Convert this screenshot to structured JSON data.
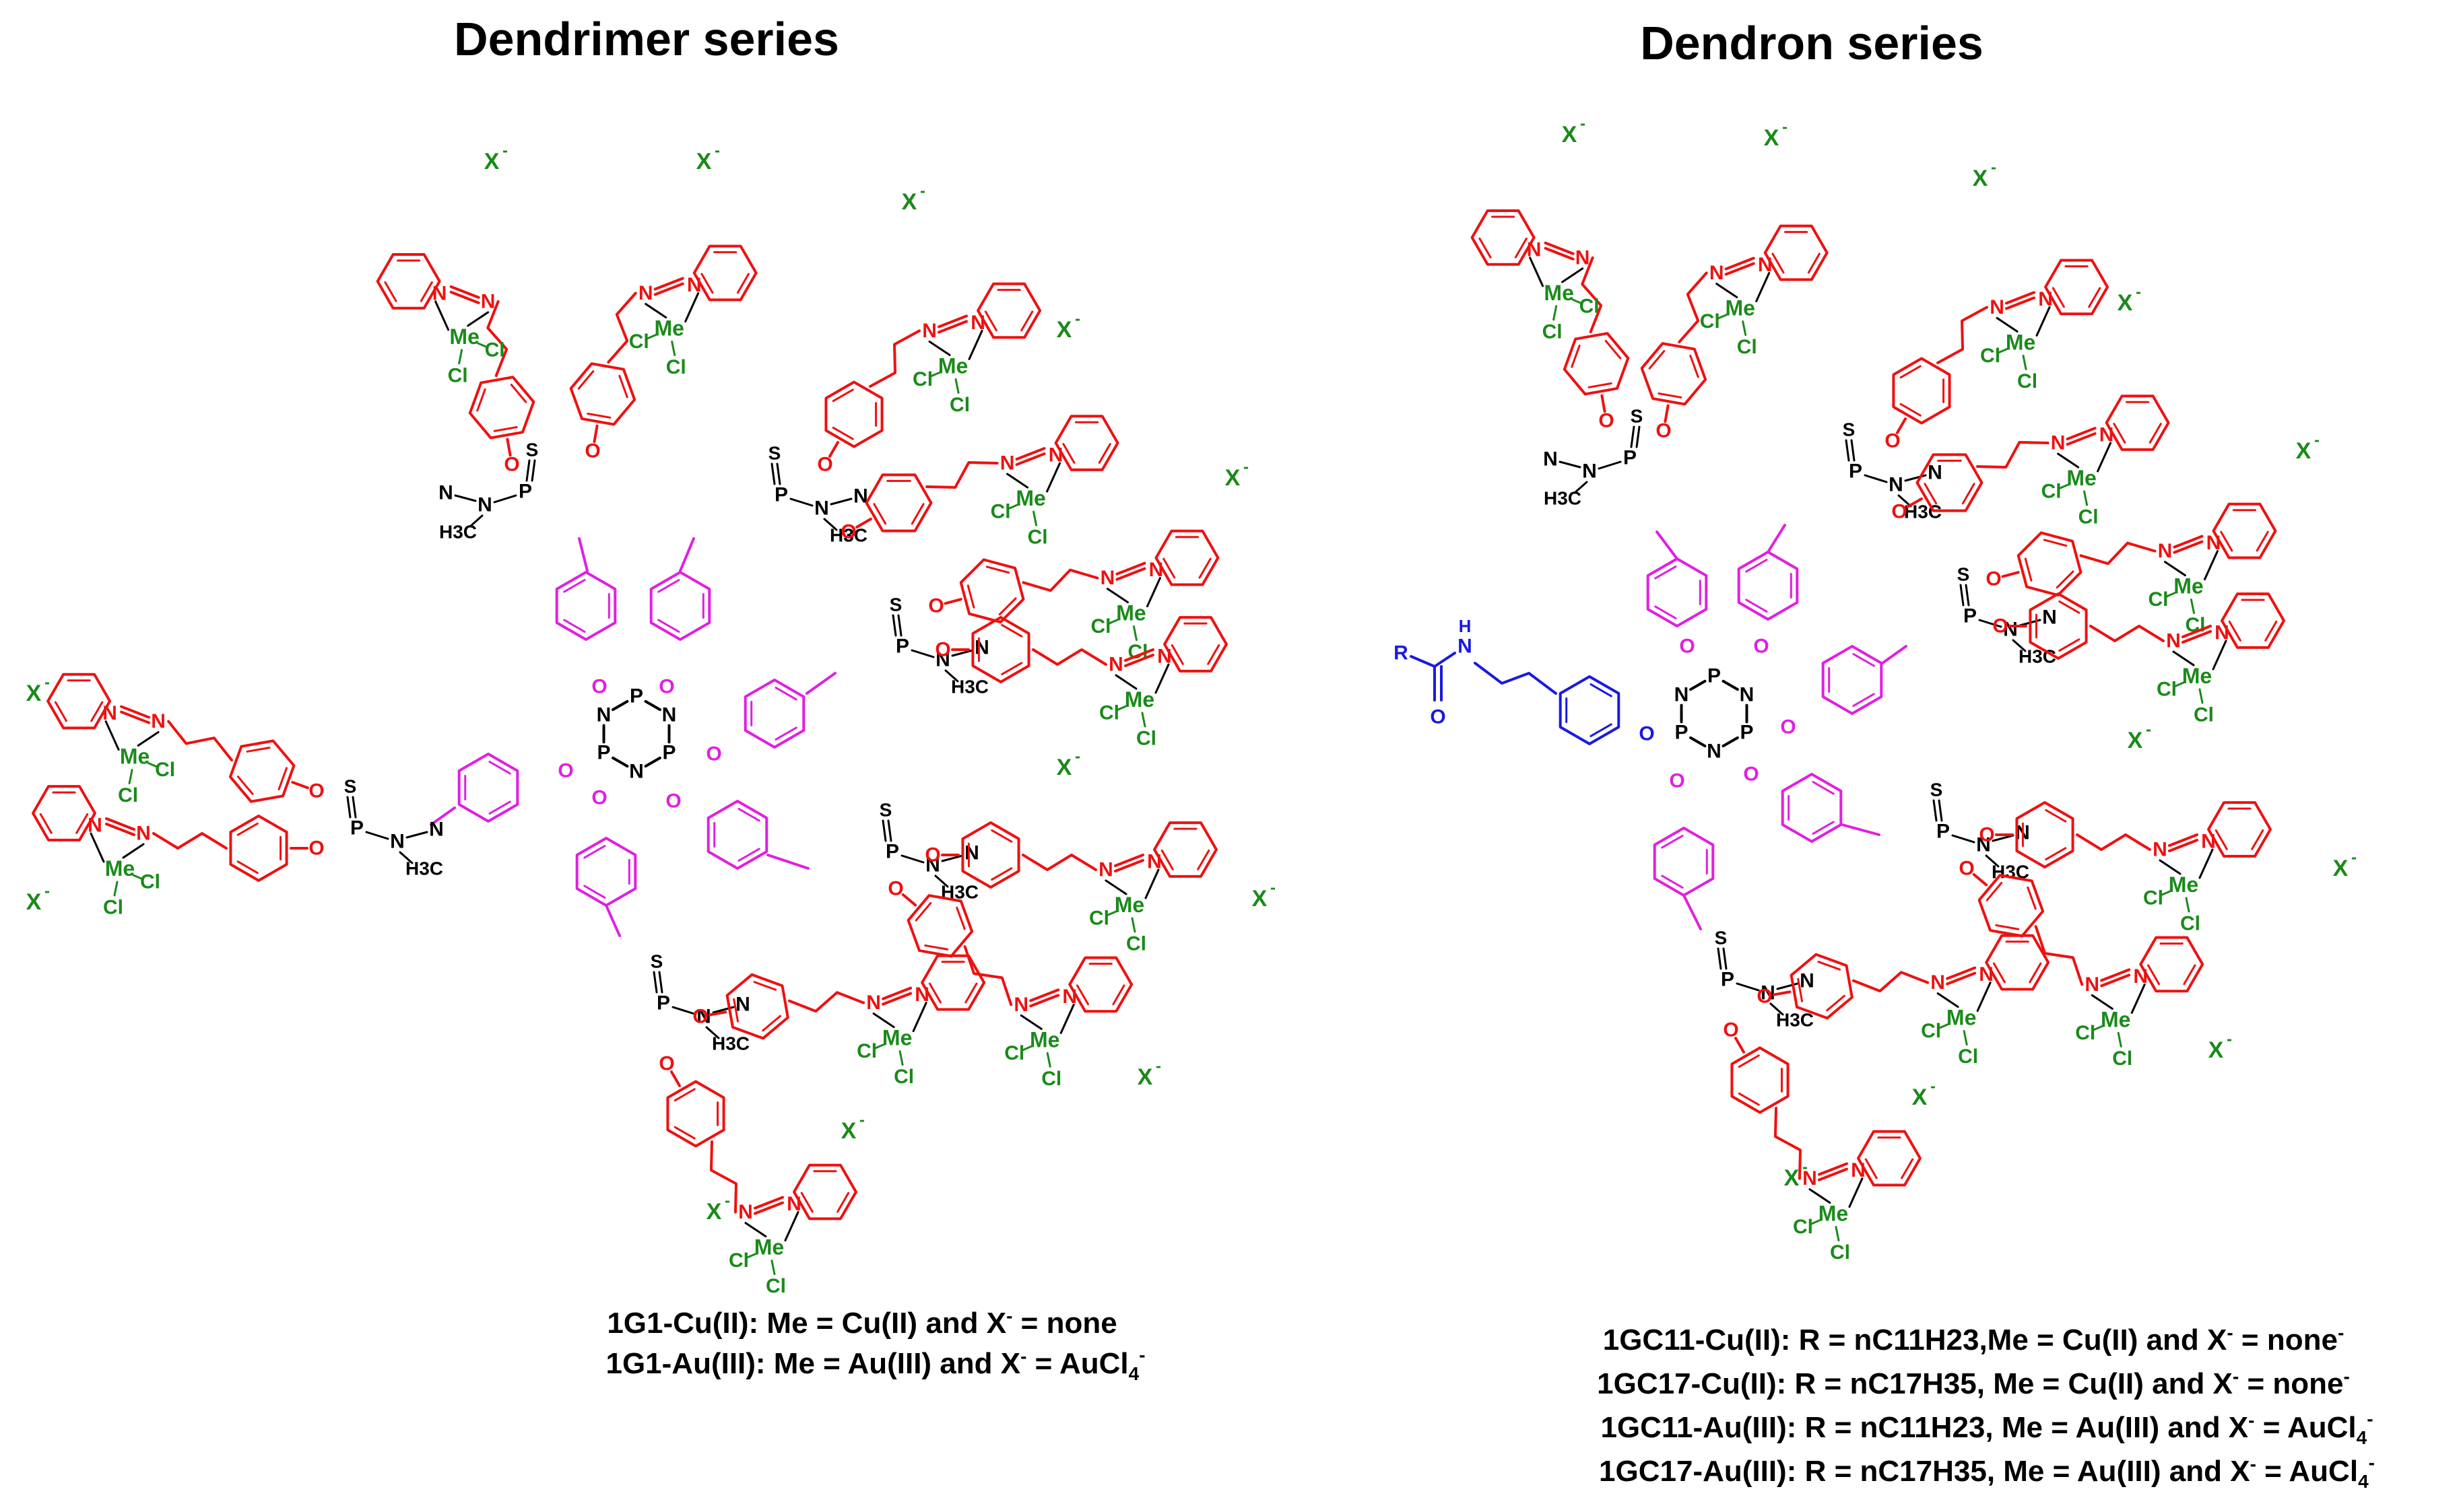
{
  "titles": {
    "dendrimer": "Dendrimer series",
    "dendron": "Dendron series"
  },
  "dendrimer_captions": [
    {
      "id": "1G1-Cu(II)",
      "before": "1G1-Cu(II): Me = Cu(II) and X",
      "sup": "-",
      "after": " = none",
      "subsup": null
    },
    {
      "id": "1G1-Au(III)",
      "before": "1G1-Au(III):  Me = Au(III) and X",
      "sup": "-",
      "after": " = AuCl",
      "sub": "4",
      "tail_sup": "-"
    }
  ],
  "dendron_captions": [
    {
      "id": "1GC11-Cu(II)",
      "before": "1GC11-Cu(II): R = nC11H23,Me = Cu(II) and X",
      "sup": "-",
      "after": " = none",
      "tail_sup": "-"
    },
    {
      "id": "1GC17-Cu(II)",
      "before": "1GC17-Cu(II): R = nC17H35, Me = Cu(II) and X",
      "sup": "-",
      "after": " = none",
      "tail_sup": "-"
    },
    {
      "id": "1GC11-Au(III)",
      "before": "1GC11-Au(III): R = nC11H23, Me = Au(III) and X",
      "sup": "-",
      "after": " = AuCl",
      "sub": "4",
      "tail_sup": "-"
    },
    {
      "id": "1GC17-Au(III)",
      "before": "1GC17-Au(III): R = nC17H35, Me = Au(III) and X",
      "sup": "-",
      "after": " = AuCl",
      "sub": "4",
      "tail_sup": "-"
    }
  ],
  "atoms": {
    "P": "P",
    "N": "N",
    "O": "O",
    "S": "S",
    "H3C": "H3C",
    "Me": "Me",
    "Cl": "Cl",
    "X": "X",
    "minus": "-",
    "R": "R",
    "H": "H"
  },
  "colors": {
    "core": "#000000",
    "linker": "#e020e0",
    "branch": "#ee1111",
    "metal": "#1a8a1a",
    "focal": "#1a1ae0",
    "black": "#000000"
  }
}
